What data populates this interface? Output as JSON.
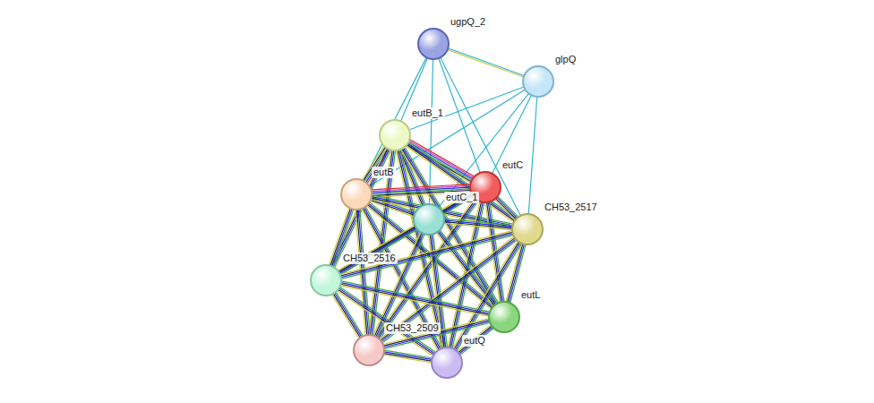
{
  "diagram": {
    "nodes": [
      {
        "text": [
          "ugpQ_2"
        ]
      },
      {
        "text": [
          "glpQ"
        ]
      },
      {
        "text": [
          "eutB_1"
        ]
      },
      {
        "text": [
          "eutB"
        ]
      },
      {
        "text": [
          "eutC"
        ]
      },
      {
        "text": [
          "eutC_1"
        ]
      },
      {
        "text": [
          "CH53_2517"
        ]
      },
      {
        "text": [
          "CH53_2516"
        ]
      },
      {
        "text": [
          "eutL"
        ]
      },
      {
        "text": [
          "CH53_2509"
        ]
      },
      {
        "text": [
          "eutQ"
        ]
      }
    ],
    "edges": [
      {
        "from": 0,
        "to": 1,
        "arrow": "none"
      },
      {
        "from": 0,
        "to": 2,
        "arrow": "none"
      },
      {
        "from": 0,
        "to": 3,
        "arrow": "none"
      },
      {
        "from": 0,
        "to": 4,
        "arrow": "none"
      },
      {
        "from": 0,
        "to": 5,
        "arrow": "none"
      },
      {
        "from": 0,
        "to": 6,
        "arrow": "none"
      },
      {
        "from": 1,
        "to": 2,
        "arrow": "none"
      },
      {
        "from": 1,
        "to": 3,
        "arrow": "none"
      },
      {
        "from": 1,
        "to": 4,
        "arrow": "none"
      },
      {
        "from": 1,
        "to": 5,
        "arrow": "none"
      },
      {
        "from": 1,
        "to": 6,
        "arrow": "none"
      },
      {
        "from": 2,
        "to": 3,
        "arrow": "none"
      },
      {
        "from": 2,
        "to": 4,
        "arrow": "none"
      },
      {
        "from": 2,
        "to": 5,
        "arrow": "none"
      },
      {
        "from": 2,
        "to": 6,
        "arrow": "none"
      },
      {
        "from": 2,
        "to": 7,
        "arrow": "none"
      },
      {
        "from": 2,
        "to": 8,
        "arrow": "none"
      },
      {
        "from": 2,
        "to": 9,
        "arrow": "none"
      },
      {
        "from": 2,
        "to": 10,
        "arrow": "none"
      },
      {
        "from": 3,
        "to": 4,
        "arrow": "none"
      },
      {
        "from": 3,
        "to": 5,
        "arrow": "none"
      },
      {
        "from": 3,
        "to": 6,
        "arrow": "none"
      },
      {
        "from": 3,
        "to": 7,
        "arrow": "none"
      },
      {
        "from": 3,
        "to": 8,
        "arrow": "none"
      },
      {
        "from": 3,
        "to": 9,
        "arrow": "none"
      },
      {
        "from": 3,
        "to": 10,
        "arrow": "none"
      },
      {
        "from": 4,
        "to": 5,
        "arrow": "none"
      },
      {
        "from": 4,
        "to": 6,
        "arrow": "none"
      },
      {
        "from": 4,
        "to": 7,
        "arrow": "none"
      },
      {
        "from": 4,
        "to": 8,
        "arrow": "none"
      },
      {
        "from": 4,
        "to": 9,
        "arrow": "none"
      },
      {
        "from": 4,
        "to": 10,
        "arrow": "none"
      },
      {
        "from": 5,
        "to": 6,
        "arrow": "none"
      },
      {
        "from": 5,
        "to": 7,
        "arrow": "none"
      },
      {
        "from": 5,
        "to": 8,
        "arrow": "none"
      },
      {
        "from": 5,
        "to": 9,
        "arrow": "none"
      },
      {
        "from": 5,
        "to": 10,
        "arrow": "none"
      },
      {
        "from": 6,
        "to": 7,
        "arrow": "none"
      },
      {
        "from": 6,
        "to": 8,
        "arrow": "none"
      },
      {
        "from": 6,
        "to": 9,
        "arrow": "none"
      },
      {
        "from": 6,
        "to": 10,
        "arrow": "none"
      },
      {
        "from": 7,
        "to": 8,
        "arrow": "none"
      },
      {
        "from": 7,
        "to": 9,
        "arrow": "none"
      },
      {
        "from": 7,
        "to": 10,
        "arrow": "none"
      },
      {
        "from": 8,
        "to": 9,
        "arrow": "none"
      },
      {
        "from": 8,
        "to": 10,
        "arrow": "none"
      },
      {
        "from": 9,
        "to": 10,
        "arrow": "none"
      }
    ]
  }
}
